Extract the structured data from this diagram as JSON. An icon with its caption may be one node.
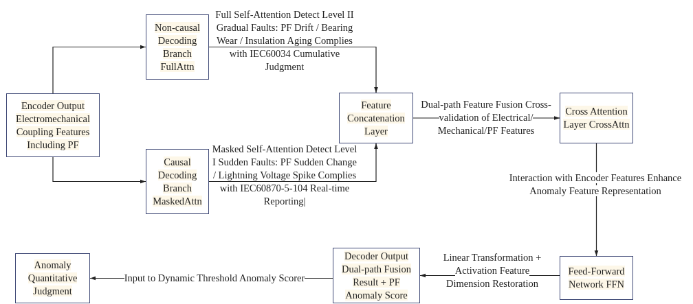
{
  "diagram": {
    "nodes": [
      {
        "text": [
          "Encoder Output Electromechanical Coupling Features Including PF"
        ]
      },
      {
        "text": [
          "Non-causal Decoding Branch FullAttn"
        ]
      },
      {
        "text": [
          "Causal Decoding Branch MaskedAttn"
        ]
      },
      {
        "text": [
          "Feature Concatenation Layer"
        ]
      },
      {
        "text": [
          "Cross Attention Layer CrossAttn"
        ]
      },
      {
        "text": [
          "Feed-Forward Network FFN"
        ]
      },
      {
        "text": [
          "Decoder Output Dual-path Fusion Result + PF Anomaly Score"
        ]
      },
      {
        "text": [
          "Anomaly Quantitative Judgment"
        ]
      }
    ],
    "edges": [
      {
        "from": 0,
        "to": 1,
        "arrow": "to"
      },
      {
        "from": 0,
        "to": 2,
        "arrow": "to"
      },
      {
        "from": 1,
        "to": 3,
        "arrow": "to",
        "label": "Full Self-Attention Detect Level II Gradual Faults: PF Drift / Bearing Wear / Insulation Aging Complies with IEC60034 Cumulative Judgment"
      },
      {
        "from": 2,
        "to": 3,
        "arrow": "to",
        "label": "Masked Self-Attention Detect Level I Sudden Faults: PF Sudden Change / Lightning Voltage Spike Complies with IEC60870-5-104 Real-time Reporting|"
      },
      {
        "from": 3,
        "to": 4,
        "arrow": "to",
        "label": "Dual-path Feature Fusion Cross-validation of Electrical/ Mechanical/PF Features"
      },
      {
        "from": 4,
        "to": 5,
        "arrow": "to",
        "label": "Interaction with Encoder Features Enhance Anomaly Feature Representation"
      },
      {
        "from": 5,
        "to": 6,
        "arrow": "to",
        "label": "Linear Transformation + Activation Feature Dimension Restoration"
      },
      {
        "from": 6,
        "to": 7,
        "arrow": "to",
        "label": "Input to Dynamic Threshold Anomaly Scorer"
      }
    ]
  }
}
